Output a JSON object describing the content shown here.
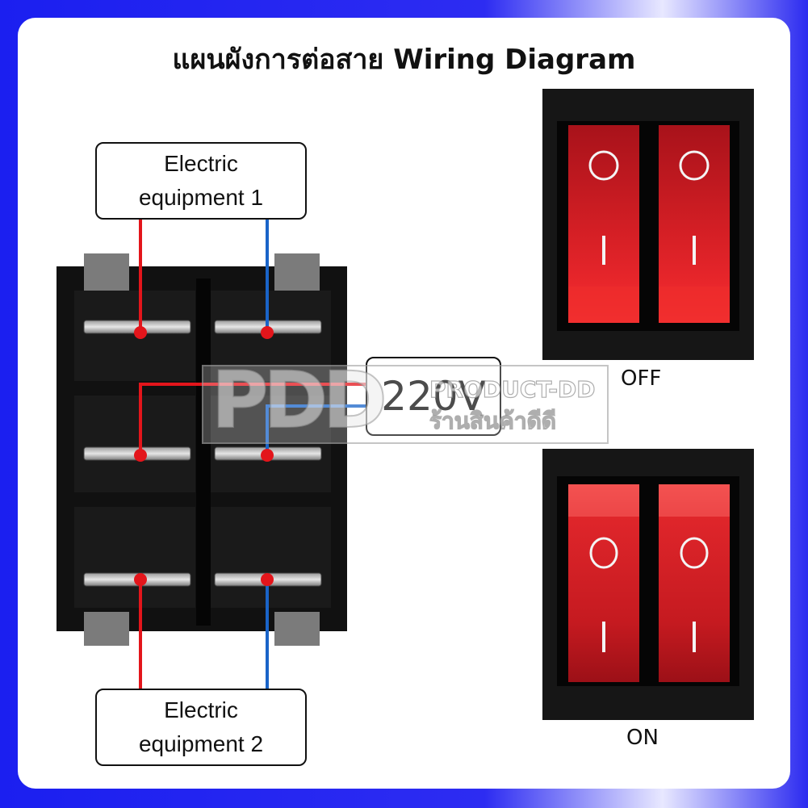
{
  "title": "แผนผังการต่อสาย Wiring Diagram",
  "equipment_1": {
    "line1": "Electric",
    "line2": "equipment 1"
  },
  "equipment_2": {
    "line1": "Electric",
    "line2": "equipment 2"
  },
  "voltage_label": "220V",
  "states": {
    "off": "OFF",
    "on": "ON"
  },
  "rocker_symbols": {
    "off_mark": "O",
    "on_mark": "I"
  },
  "watermark": {
    "logo": "PDD",
    "line1": "PRODUCT-DD",
    "line2": "ร้านสินค้าดีดี"
  },
  "colors": {
    "live_wire": "#e3151b",
    "neutral_wire": "#1a64c8",
    "frame_border": "#1f22ee",
    "rocker": "#d41e24"
  }
}
